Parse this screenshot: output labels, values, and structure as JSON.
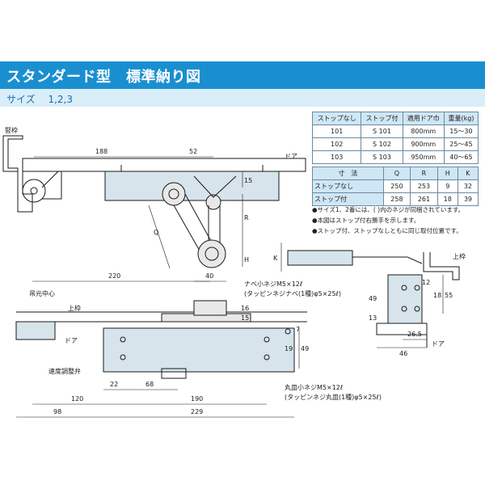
{
  "header": {
    "title": "スタンダード型　標準納り図",
    "size_label": "サイズ",
    "size_value": "1,2,3"
  },
  "spec_table": {
    "headers": [
      "ストップなし",
      "ストップ付",
      "適用ドア巾",
      "重量(kg)"
    ],
    "rows": [
      [
        "101",
        "S 101",
        "800mm",
        "15～30"
      ],
      [
        "102",
        "S 102",
        "900mm",
        "25～45"
      ],
      [
        "103",
        "S 103",
        "950mm",
        "40～65"
      ]
    ]
  },
  "dim_table": {
    "headers": [
      "寸　法",
      "Q",
      "R",
      "H",
      "K"
    ],
    "rows": [
      [
        "ストップなし",
        "250",
        "253",
        "9",
        "32"
      ],
      [
        "ストップ付",
        "258",
        "261",
        "18",
        "39"
      ]
    ]
  },
  "notes": [
    "●サイズ1、2番には、(  )内のネジが同梱されています。",
    "●本図はストップ付右勝手を示します。",
    "●ストップ付、ストップなしともに同じ取付位置です。"
  ],
  "top_view": {
    "frame_label": "竪枠",
    "door_label": "ドア",
    "dims": [
      "188",
      "52",
      "15",
      "Q",
      "R",
      "H"
    ]
  },
  "section_view": {
    "upper_frame_label": "上枠",
    "door_label": "ドア",
    "dims": [
      "K",
      "55",
      "18",
      "12",
      "49",
      "13",
      "26.5",
      "46"
    ]
  },
  "front_view": {
    "hanger_center_label": "吊元中心",
    "upper_frame_label": "上枠",
    "door_label": "ドア",
    "valve_label": "速度調整弁",
    "screw_top_1": "ナベ小ネジM5×12ℓ",
    "screw_top_2": "(タッピンネジナベ(1種)φ5×25ℓ)",
    "screw_bottom_1": "丸皿小ネジM5×12ℓ",
    "screw_bottom_2": "(タッピンネジ丸皿(1種)φ5×25ℓ)",
    "dims": [
      "220",
      "40",
      "16",
      "15",
      "7",
      "19",
      "49",
      "22",
      "68",
      "190",
      "120",
      "98",
      "229"
    ]
  }
}
